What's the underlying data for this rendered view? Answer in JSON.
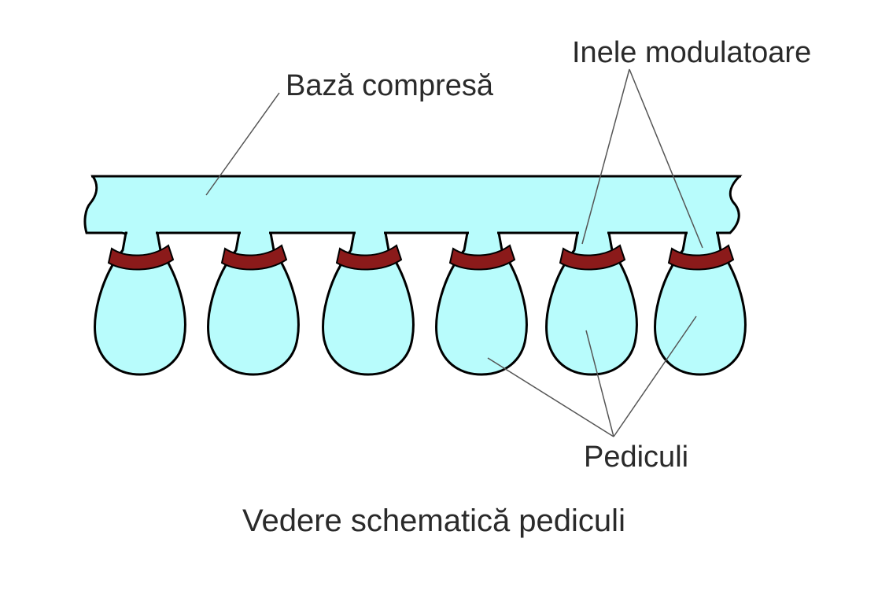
{
  "diagram": {
    "labels": {
      "base": "Bază compresă",
      "rings": "Inele modulatoare",
      "pedicels": "Pediculi"
    },
    "caption": "Vedere schematică pediculi",
    "colors": {
      "fill": "#B8FCFC",
      "ring": "#8B1A1A",
      "outline": "#000000",
      "leader": "#555555"
    },
    "pedicel_count": 6
  }
}
